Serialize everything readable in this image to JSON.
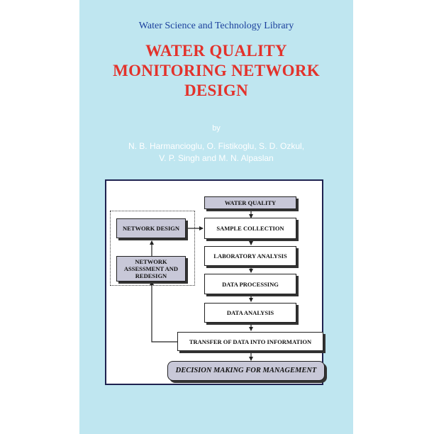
{
  "series": "Water Science and Technology Library",
  "title_lines": [
    "WATER QUALITY",
    "MONITORING NETWORK",
    "DESIGN"
  ],
  "by": "by",
  "author_lines": [
    "N. B. Harmancioglu, O. Fistikoglu, S. D. Ozkul,",
    "V. P. Singh and M. N. Alpaslan"
  ],
  "diagram": {
    "water_quality": "WATER QUALITY",
    "network_design": "NETWORK DESIGN",
    "sample_collection": "SAMPLE COLLECTION",
    "network_assessment": "NETWORK ASSESSMENT AND REDESIGN",
    "laboratory_analysis": "LABORATORY ANALYSIS",
    "data_processing": "DATA PROCESSING",
    "data_analysis": "DATA ANALYSIS",
    "transfer": "TRANSFER OF DATA INTO INFORMATION",
    "decision": "DECISION MAKING FOR MANAGEMENT"
  },
  "colors": {
    "cover_background": "#bfe6f0",
    "series_text": "#1a3f9c",
    "title_text": "#e3322b",
    "author_text": "#ffffff",
    "diagram_frame": "#1e2250",
    "shaded_box": "#c8c8d8"
  }
}
